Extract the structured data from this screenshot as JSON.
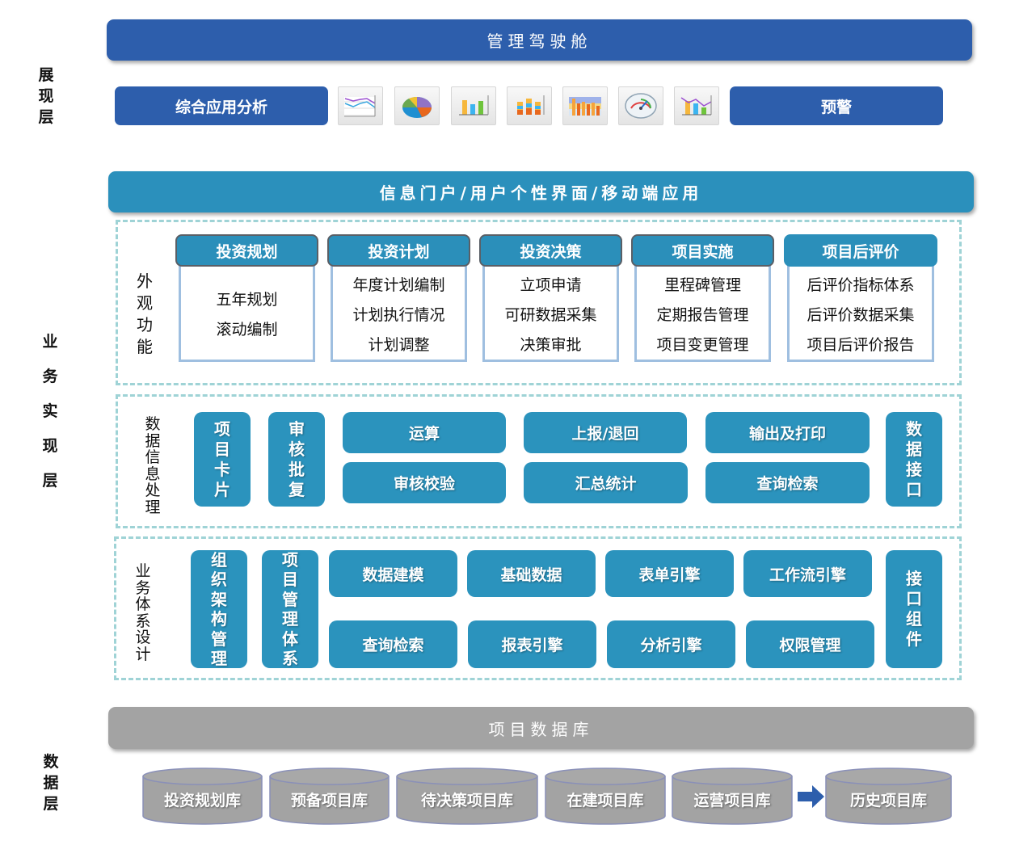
{
  "layers": {
    "presentation": "展现层",
    "business": "业务实现层",
    "data": "数据层"
  },
  "presentation": {
    "cockpit_title": "管理驾驶舱",
    "analysis_button": "综合应用分析",
    "warning_button": "预警",
    "chart_icons": [
      "line-chart-icon",
      "pie-chart-icon",
      "bar-chart-icon",
      "stacked-bar-chart-icon",
      "banded-bar-chart-icon",
      "gauge-icon",
      "bar-line-combo-chart-icon"
    ]
  },
  "business": {
    "portal_title": "信息门户/用户个性界面/移动端应用",
    "functions_label": "外观功能",
    "functions": [
      {
        "title": "投资规划",
        "items": [
          "五年规划",
          "滚动编制"
        ]
      },
      {
        "title": "投资计划",
        "items": [
          "年度计划编制",
          "计划执行情况",
          "计划调整"
        ]
      },
      {
        "title": "投资决策",
        "items": [
          "立项申请",
          "可研数据采集",
          "决策审批"
        ]
      },
      {
        "title": "项目实施",
        "items": [
          "里程碑管理",
          "定期报告管理",
          "项目变更管理"
        ]
      },
      {
        "title": "项目后评价",
        "items": [
          "后评价指标体系",
          "后评价数据采集",
          "项目后评价报告"
        ]
      }
    ],
    "data_processing_label": "数据信息处理",
    "data_processing": {
      "left_vertical": [
        "项目卡片",
        "审核批复"
      ],
      "grid": [
        [
          "运算",
          "上报/退回",
          "输出及打印"
        ],
        [
          "审核校验",
          "汇总统计",
          "查询检索"
        ]
      ],
      "right_vertical": "数据接口"
    },
    "system_design_label": "业务体系设计",
    "system_design": {
      "left_vertical": [
        "组织架构管理",
        "项目管理体系"
      ],
      "grid": [
        [
          "数据建模",
          "基础数据",
          "表单引擎",
          "工作流引擎"
        ],
        [
          "查询检索",
          "报表引擎",
          "分析引擎",
          "权限管理"
        ]
      ],
      "right_vertical": "接口组件"
    }
  },
  "data": {
    "database_title": "项目数据库",
    "libraries": [
      "投资规划库",
      "预备项目库",
      "待决策项目库",
      "在建项目库",
      "运营项目库",
      "历史项目库"
    ],
    "arrow": "right-arrow-icon"
  },
  "colors": {
    "dark_blue": "#2d5eac",
    "teal": "#2b90bc",
    "grey": "#a3a3a3",
    "dashed_border": "#9fd3d6"
  }
}
